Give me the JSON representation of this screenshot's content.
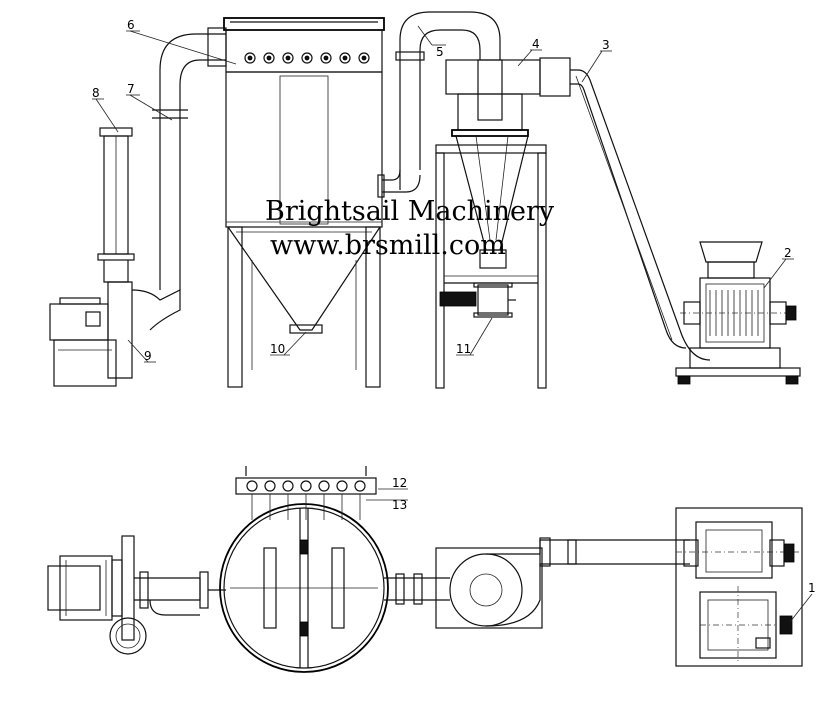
{
  "watermark": {
    "company": "Brightsail Machinery",
    "website": "www.brsmill.com"
  },
  "callouts": [
    "1",
    "2",
    "3",
    "4",
    "5",
    "6",
    "7",
    "8",
    "9",
    "10",
    "11",
    "12",
    "13"
  ],
  "colors": {
    "line": "#111111",
    "background": "#ffffff"
  }
}
